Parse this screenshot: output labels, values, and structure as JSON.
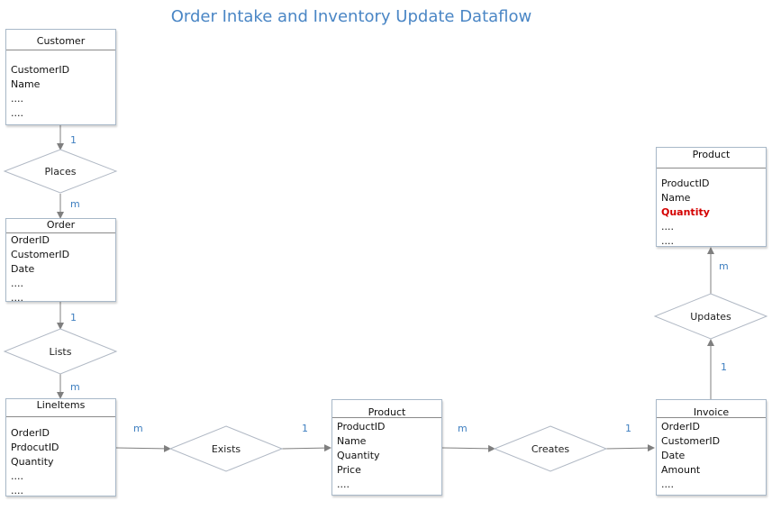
{
  "title": "Order Intake and Inventory Update Dataflow",
  "entities": {
    "customer": {
      "name": "Customer",
      "attrs": [
        "CustomerID",
        "Name",
        "....",
        "...."
      ]
    },
    "order": {
      "name": "Order",
      "attrs": [
        "OrderID",
        "CustomerID",
        "Date",
        "....",
        "...."
      ]
    },
    "lineitems": {
      "name": "LineItems",
      "attrs": [
        "OrderID",
        "PrdocutID",
        "Quantity",
        "....",
        "...."
      ]
    },
    "product_mid": {
      "name": "Product",
      "attrs": [
        "ProductID",
        "Name",
        "Quantity",
        "Price",
        "...."
      ]
    },
    "invoice": {
      "name": "Invoice",
      "attrs": [
        "OrderID",
        "CustomerID",
        "Date",
        "Amount",
        "...."
      ]
    },
    "product_top": {
      "name": "Product",
      "attrs": [
        "ProductID",
        "Name",
        "Quantity",
        "....",
        "...."
      ],
      "highlighted_attr": "Quantity",
      "highlight_color": "#d40000"
    }
  },
  "relationships": {
    "places": {
      "label": "Places",
      "from_card": "1",
      "to_card": "m"
    },
    "lists": {
      "label": "Lists",
      "from_card": "1",
      "to_card": "m"
    },
    "exists": {
      "label": "Exists",
      "from_card": "m",
      "to_card": "1"
    },
    "creates": {
      "label": "Creates",
      "from_card": "m",
      "to_card": "1"
    },
    "updates": {
      "label": "Updates",
      "from_card": "1",
      "to_card": "m"
    }
  },
  "colors": {
    "title": "#4a86c5",
    "cardinality": "#3f7fc0",
    "connector": "#7f7f7f",
    "box_border": "#a8b8c8"
  }
}
